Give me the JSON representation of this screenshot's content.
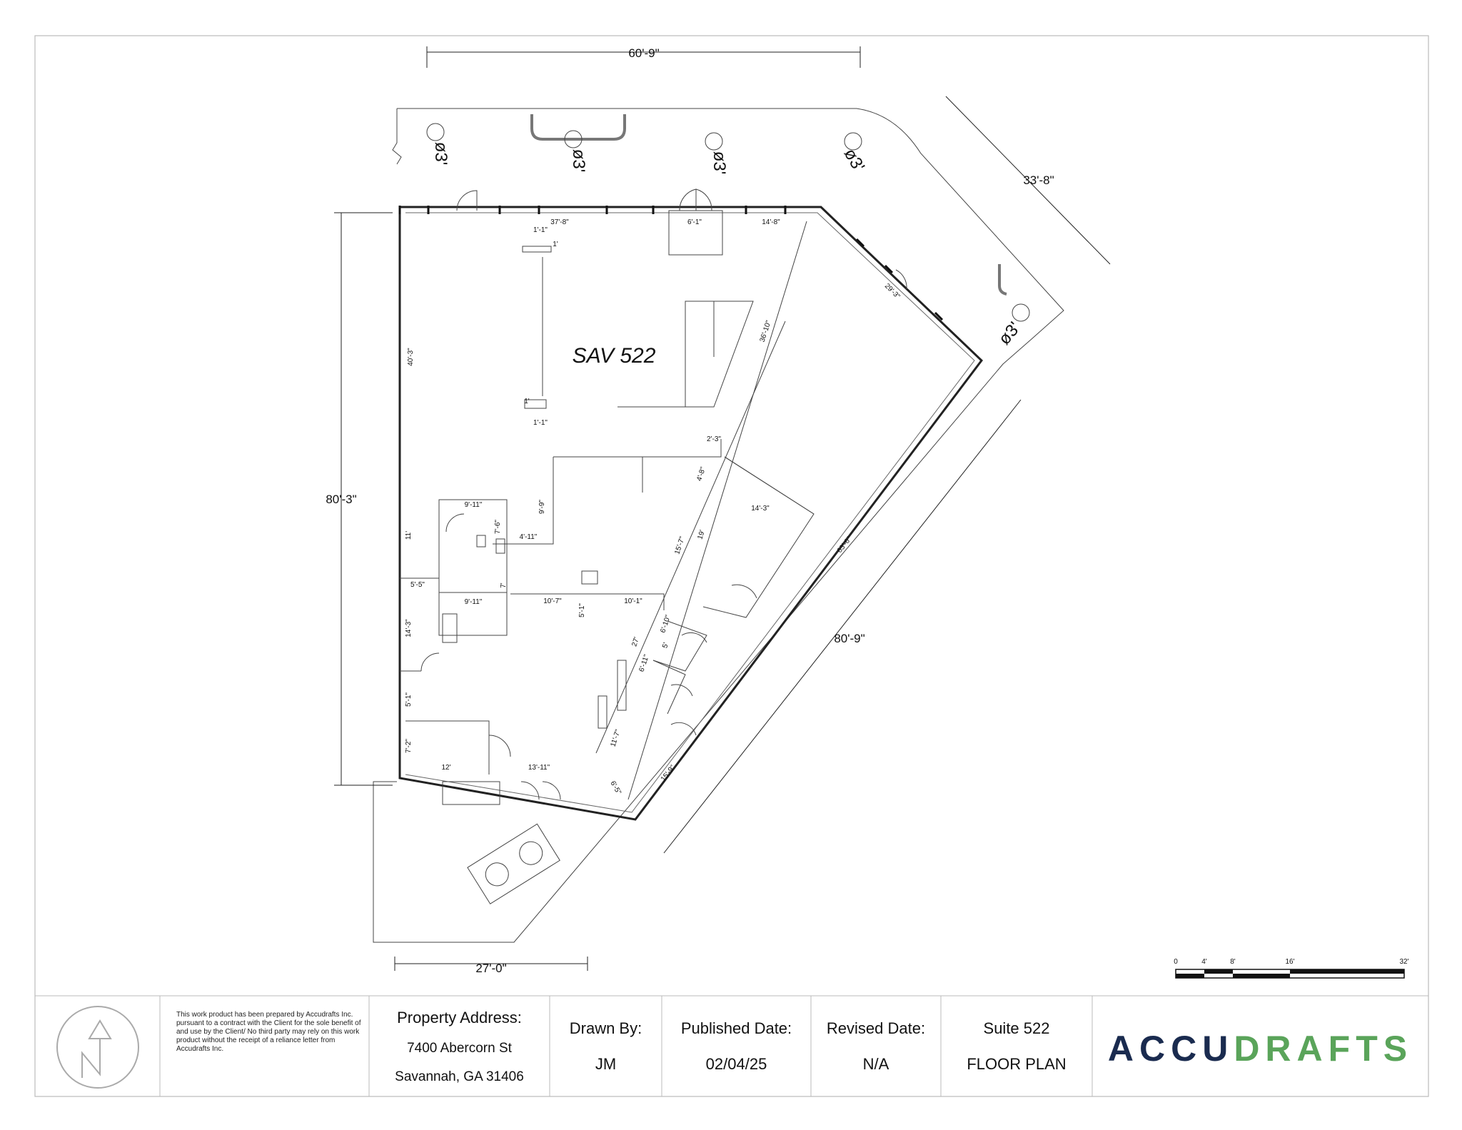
{
  "plan": {
    "unit_label": "SAV 522",
    "overall_dims": {
      "top": "60'-9\"",
      "left": "80'-3\"",
      "angled_top": "33'-8\"",
      "angled_right": "80'-9\"",
      "bottom": "27'-0\""
    },
    "column_markers": [
      "ø3'",
      "ø3'",
      "ø3'",
      "ø3'",
      "ø3'"
    ],
    "room_dims": [
      "37'-8\"",
      "6'-1\"",
      "14'-8\"",
      "29'-3\"",
      "36'-10\"",
      "40'-3\"",
      "1'-1\"",
      "1'",
      "1'",
      "1'-1\"",
      "2'-3\"",
      "4'-8\"",
      "14'-3\"",
      "19'",
      "15'-7\"",
      "63'-6\"",
      "9'-9\"",
      "9'-11\"",
      "7'-6\"",
      "4'-11\"",
      "11'",
      "5'-5\"",
      "7'",
      "9'-11\"",
      "10'-7\"",
      "10'-1\"",
      "5'-1\"",
      "14'-3\"",
      "6'-10\"",
      "5'",
      "27'",
      "6'-11\"",
      "5'-1\"",
      "7'-2\"",
      "11'-7\"",
      "12'",
      "13'-11\"",
      "6'-5\"",
      "15'-9\""
    ]
  },
  "scale_bar": {
    "labels": [
      "0",
      "4'",
      "8'",
      "16'",
      "32'"
    ]
  },
  "title_block": {
    "disclaimer": "This work product has been prepared by Accudrafts Inc. pursuant to a contract with the Client for the sole benefit of and use by the Client/ No third party may rely on this work product without the receipt of a reliance letter from Accudrafts Inc.",
    "property_label": "Property Address:",
    "address_line1": "7400 Abercorn St",
    "address_line2": "Savannah, GA 31406",
    "drawn_by_label": "Drawn By:",
    "drawn_by": "JM",
    "published_label": "Published Date:",
    "published_date": "02/04/25",
    "revised_label": "Revised Date:",
    "revised_date": "N/A",
    "suite": "Suite 522",
    "sheet": "FLOOR PLAN",
    "logo_part1": "ACCU",
    "logo_part2": "DRAFTS",
    "colors": {
      "navy": "#1a2b4f",
      "green": "#5aa45a"
    }
  }
}
